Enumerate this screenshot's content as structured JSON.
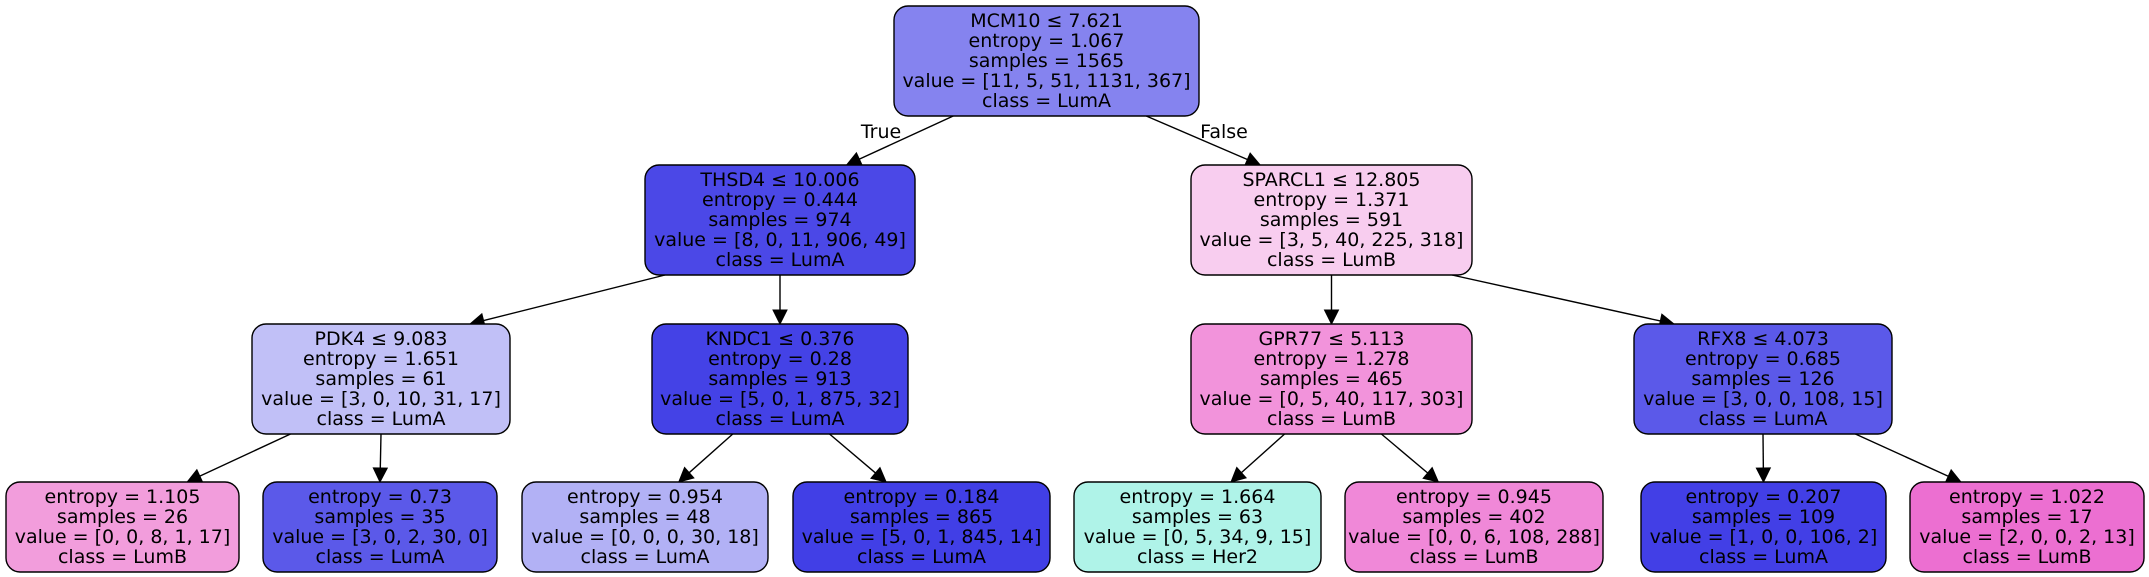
{
  "edge_labels": {
    "true_label": "True",
    "false_label": "False"
  },
  "nodes": [
    {
      "id": "n0",
      "color": "#8583ef",
      "lines": [
        "MCM10 ≤ 7.621",
        "entropy = 1.067",
        "samples = 1565",
        "value = [11, 5, 51, 1131, 367]",
        "class = LumA"
      ]
    },
    {
      "id": "n1",
      "color": "#4b48e7",
      "lines": [
        "THSD4 ≤ 10.006",
        "entropy = 0.444",
        "samples = 974",
        "value = [8, 0, 11, 906, 49]",
        "class = LumA"
      ]
    },
    {
      "id": "n2",
      "color": "#c1c0f7",
      "lines": [
        "PDK4 ≤ 9.083",
        "entropy = 1.651",
        "samples = 61",
        "value = [3, 0, 10, 31, 17]",
        "class = LumA"
      ]
    },
    {
      "id": "n3",
      "color": "#f29ddc",
      "lines": [
        "entropy = 1.105",
        "samples = 26",
        "value = [0, 0, 8, 1, 17]",
        "class = LumB"
      ]
    },
    {
      "id": "n4",
      "color": "#5b59e9",
      "lines": [
        "entropy = 0.73",
        "samples = 35",
        "value = [3, 0, 2, 30, 0]",
        "class = LumA"
      ]
    },
    {
      "id": "n5",
      "color": "#4442e6",
      "lines": [
        "KNDC1 ≤ 0.376",
        "entropy = 0.28",
        "samples = 913",
        "value = [5, 0, 1, 875, 32]",
        "class = LumA"
      ]
    },
    {
      "id": "n6",
      "color": "#b2b1f5",
      "lines": [
        "entropy = 0.954",
        "samples = 48",
        "value = [0, 0, 0, 30, 18]",
        "class = LumA"
      ]
    },
    {
      "id": "n7",
      "color": "#413fe6",
      "lines": [
        "entropy = 0.184",
        "samples = 865",
        "value = [5, 0, 1, 845, 14]",
        "class = LumA"
      ]
    },
    {
      "id": "n8",
      "color": "#f8cdef",
      "lines": [
        "SPARCL1 ≤ 12.805",
        "entropy = 1.371",
        "samples = 591",
        "value = [3, 5, 40, 225, 318]",
        "class = LumB"
      ]
    },
    {
      "id": "n9",
      "color": "#f293db",
      "lines": [
        "GPR77 ≤ 5.113",
        "entropy = 1.278",
        "samples = 465",
        "value = [0, 5, 40, 117, 303]",
        "class = LumB"
      ]
    },
    {
      "id": "n10",
      "color": "#aff3e8",
      "lines": [
        "entropy = 1.664",
        "samples = 63",
        "value = [0, 5, 34, 9, 15]",
        "class = Her2"
      ]
    },
    {
      "id": "n11",
      "color": "#f088d8",
      "lines": [
        "entropy = 0.945",
        "samples = 402",
        "value = [0, 0, 6, 108, 288]",
        "class = LumB"
      ]
    },
    {
      "id": "n12",
      "color": "#5b59e9",
      "lines": [
        "RFX8 ≤ 4.073",
        "entropy = 0.685",
        "samples = 126",
        "value = [3, 0, 0, 108, 15]",
        "class = LumA"
      ]
    },
    {
      "id": "n13",
      "color": "#423fe6",
      "lines": [
        "entropy = 0.207",
        "samples = 109",
        "value = [1, 0, 0, 106, 2]",
        "class = LumA"
      ]
    },
    {
      "id": "n14",
      "color": "#ec6fd1",
      "lines": [
        "entropy = 1.022",
        "samples = 17",
        "value = [2, 0, 0, 2, 13]",
        "class = LumB"
      ]
    }
  ],
  "edges": [
    {
      "from": "n0",
      "to": "n1"
    },
    {
      "from": "n0",
      "to": "n8"
    },
    {
      "from": "n1",
      "to": "n2"
    },
    {
      "from": "n1",
      "to": "n5"
    },
    {
      "from": "n2",
      "to": "n3"
    },
    {
      "from": "n2",
      "to": "n4"
    },
    {
      "from": "n5",
      "to": "n6"
    },
    {
      "from": "n5",
      "to": "n7"
    },
    {
      "from": "n8",
      "to": "n9"
    },
    {
      "from": "n8",
      "to": "n12"
    },
    {
      "from": "n9",
      "to": "n10"
    },
    {
      "from": "n9",
      "to": "n11"
    },
    {
      "from": "n12",
      "to": "n13"
    },
    {
      "from": "n12",
      "to": "n14"
    }
  ]
}
